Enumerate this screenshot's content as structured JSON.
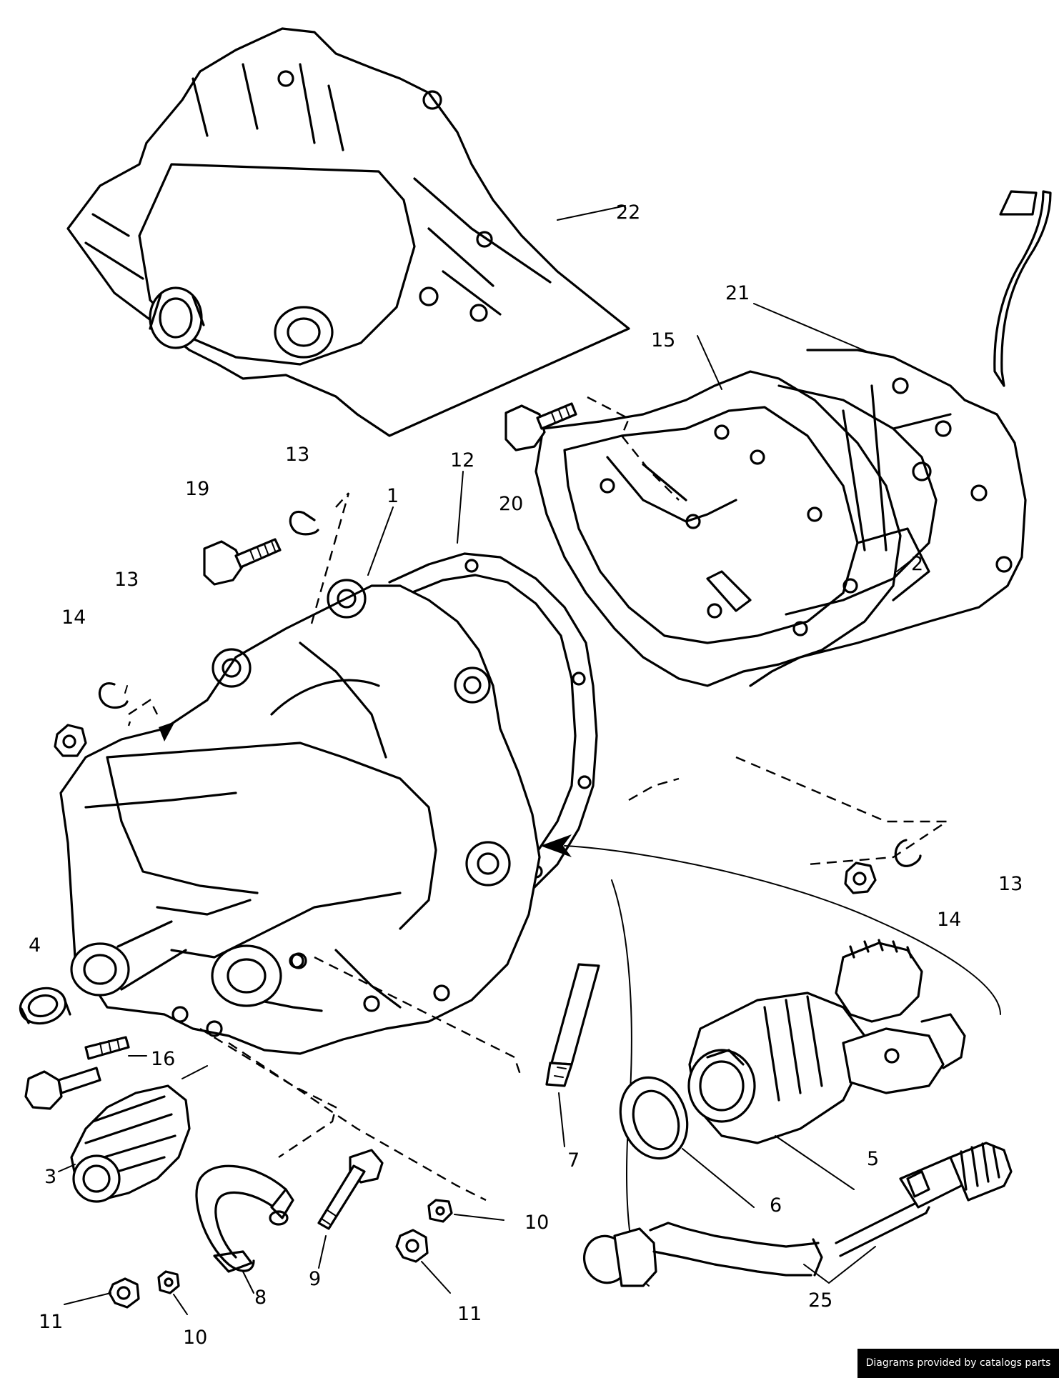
{
  "callouts": [
    "1",
    "2",
    "3",
    "4",
    "5",
    "6",
    "7",
    "8",
    "9",
    "10",
    "10",
    "11",
    "11",
    "12",
    "13",
    "13",
    "13",
    "14",
    "14",
    "15",
    "16",
    "19",
    "20",
    "21",
    "22",
    "25"
  ],
  "credit": "Diagrams provided by catalogs parts"
}
